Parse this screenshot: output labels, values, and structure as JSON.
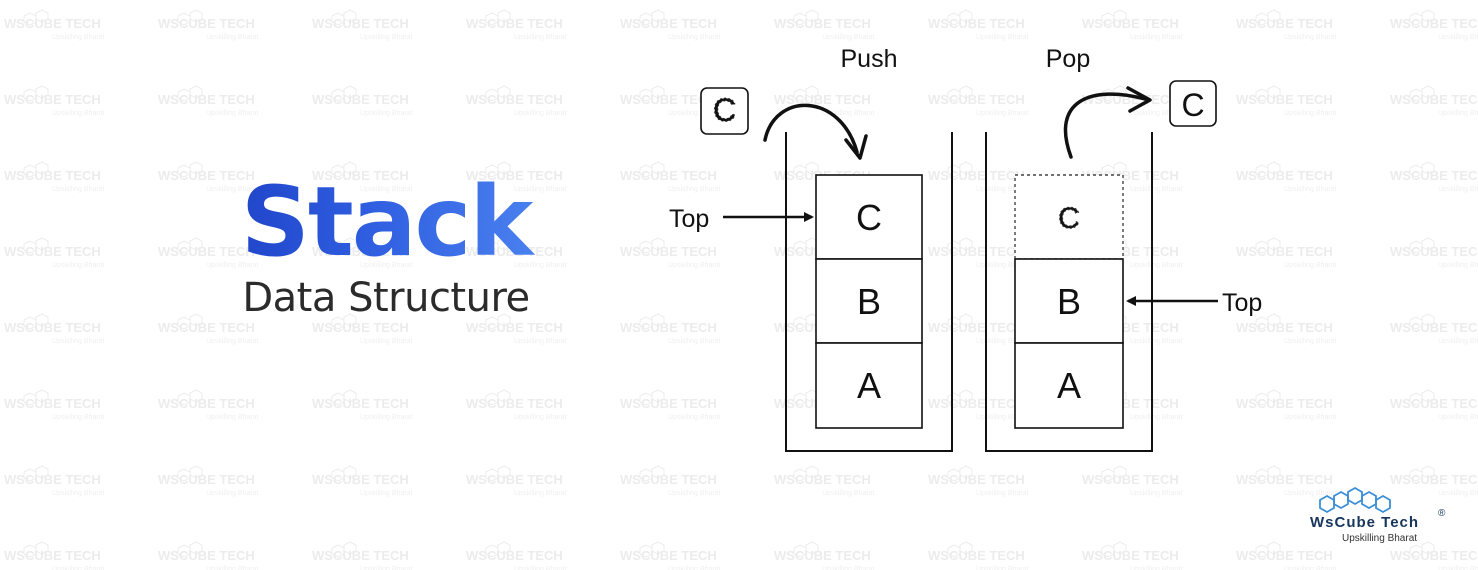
{
  "title": {
    "main": "Stack",
    "sub": "Data Structure"
  },
  "push_stack": {
    "label": "Push",
    "incoming_item": "C",
    "items": [
      "C",
      "B",
      "A"
    ],
    "top_label": "Top"
  },
  "pop_stack": {
    "label": "Pop",
    "outgoing_item": "C",
    "removed_item": "C",
    "items": [
      "B",
      "A"
    ],
    "top_label": "Top"
  },
  "logo": {
    "name": "WsCube Tech",
    "registered": "®",
    "tagline": "Upskilling Bharat",
    "watermark_text": "WsCube Tech",
    "watermark_tagline": "Upskilling Bharat"
  },
  "colors": {
    "title_gradient_start": "#1d3fc4",
    "title_gradient_end": "#4f86f2",
    "subtitle": "#2b2b2b",
    "line": "#111111",
    "logo_hex": "#3b8fd6",
    "logo_text": "#16365e"
  }
}
